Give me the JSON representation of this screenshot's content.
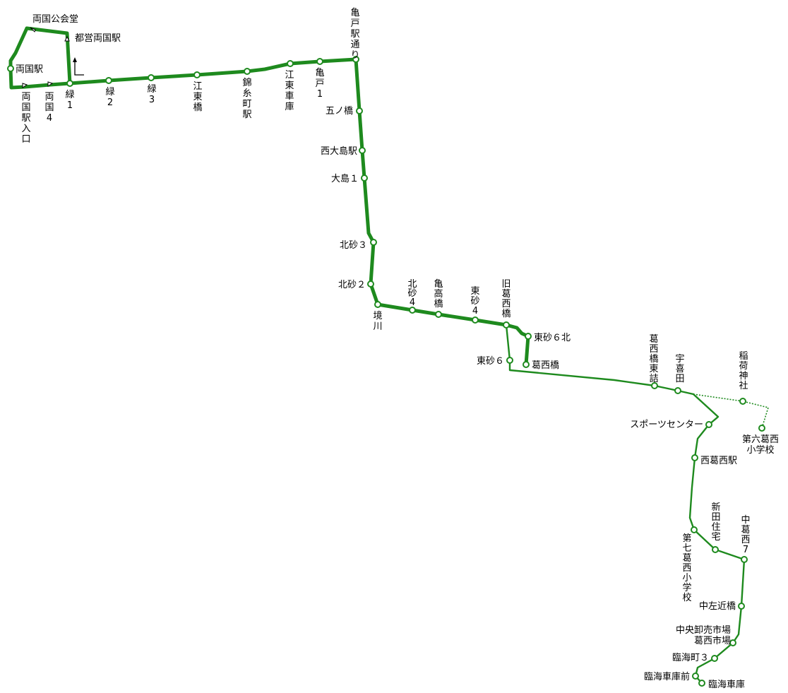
{
  "map": {
    "route_color": "#1e8a1e",
    "stops": {
      "ryogoku_kokaido": "両国公会堂",
      "toei_ryogoku": "都営両国駅",
      "ryogoku_station": "両国駅",
      "ryogoku_iriguchi": "両国駅入口",
      "ryogoku4": "両国4",
      "midori1": "緑1",
      "midori2": "緑2",
      "midori3": "緑3",
      "koto_bashi": "江東橋",
      "kinshicho": "錦糸町駅",
      "koto_shako": "江東車庫",
      "kameido1": "亀戸1",
      "kameido_dori": "亀戸駅通り",
      "gonohashi": "五ノ橋",
      "nishi_ojima": "西大島駅",
      "ojima1": "大島１",
      "kitasuna3": "北砂３",
      "kitasuna2": "北砂２",
      "sakaigawa": "境川",
      "kitasuna4": "北砂4",
      "kame_takabashi": "亀高橋",
      "higashisuna4": "東砂4",
      "kyu_kasai": "旧葛西橋",
      "higashisuna6kita": "東砂６北",
      "higashisuna6": "東砂６",
      "kasaibashi": "葛西橋",
      "kasai_tozume": "葛西橋東詰",
      "ukita": "宇喜田",
      "inari_jinja": "稲荷神社",
      "dai6_kasai": "第六葛西小学校",
      "sports_center": "スポーツセンター",
      "nishi_kasai": "西葛西駅",
      "shinden": "新田住宅",
      "nakakasai7": "中葛西7",
      "dai7_kasai": "第七葛西小学校",
      "nakasakon": "中左近橋",
      "market": "中央卸売市場葛西市場",
      "rinkai3": "臨海町３",
      "shako_mae": "臨海車庫前",
      "rinkai_shako": "臨海車庫"
    }
  }
}
